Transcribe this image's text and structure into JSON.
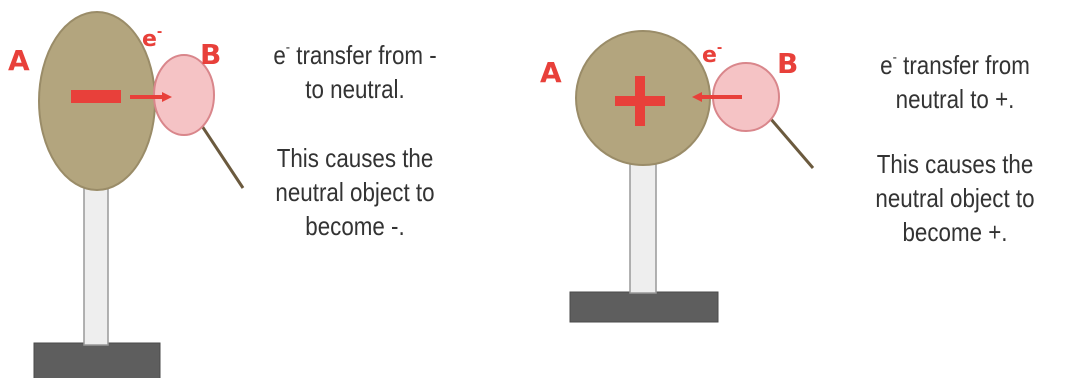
{
  "left_panel": {
    "label_a": "A",
    "label_b": "B",
    "electron": "e",
    "electron_charge": "-",
    "charge_symbol": "−",
    "caption_e": "e",
    "caption_charge": "-",
    "caption_line1": " transfer from -",
    "caption_line2": "to neutral.",
    "caption_line3": "This causes the",
    "caption_line4": "neutral object to",
    "caption_line5": "become -."
  },
  "right_panel": {
    "label_a": "A",
    "label_b": "B",
    "electron": "e",
    "electron_charge": "-",
    "charge_symbol": "+",
    "caption_e": "e",
    "caption_charge": "-",
    "caption_line1": " transfer from",
    "caption_line2": "neutral to +.",
    "caption_line3": "This causes the",
    "caption_line4": "neutral object to",
    "caption_line5": "become +."
  },
  "colors": {
    "sphere_a": "#b3a57e",
    "sphere_b": "#f5c3c5",
    "label_red": "#e8403a",
    "base": "#5e5e5e",
    "stand": "#eeeeee",
    "rod": "#6b5a3e"
  }
}
